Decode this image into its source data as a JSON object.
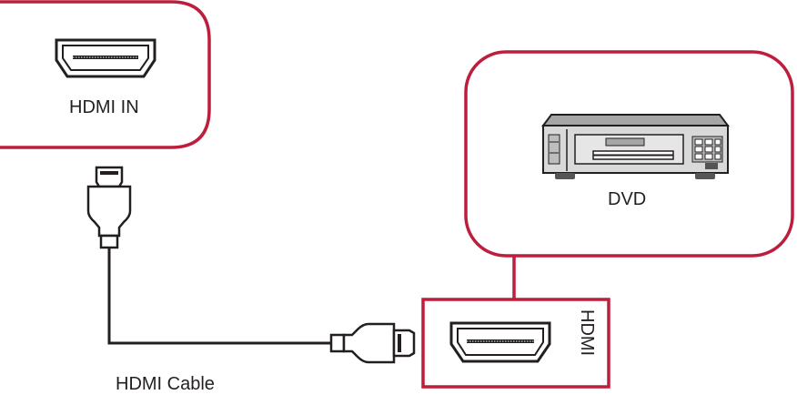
{
  "labels": {
    "hdmi_in": "HDMI IN",
    "dvd": "DVD",
    "hdmi_port": "HDMI",
    "hdmi_cable": "HDMI Cable"
  },
  "colors": {
    "frame": "#be1e3c",
    "ink": "#231f20",
    "light_gray": "#d9d9d9",
    "mid_gray": "#a6a6a6",
    "dark_gray": "#555555"
  },
  "icons": {
    "hdmi_in_port": "hdmi-port-icon",
    "dvd_player": "dvd-player-icon",
    "hdmi_out_port": "hdmi-port-icon",
    "cable_plug_top": "hdmi-plug-icon",
    "cable_plug_right": "hdmi-plug-icon"
  }
}
